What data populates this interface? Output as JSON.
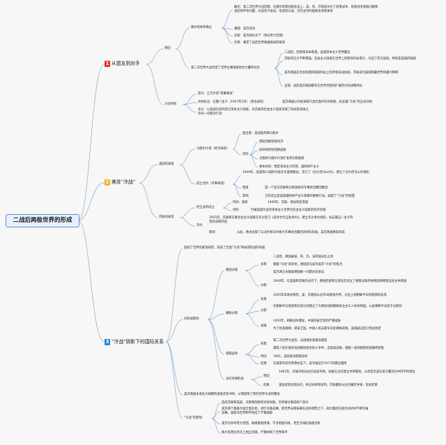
{
  "root": {
    "title": "二战后两极世界的形成"
  },
  "sections": [
    {
      "num": "1",
      "title": "从盟友到对手",
      "color": "#e0322c"
    },
    {
      "num": "2",
      "title": "美苏“冷战”",
      "color": "#f2b21a"
    },
    {
      "num": "3",
      "title": "“冷战”阴影下的国际关系",
      "color": "#1f86d6"
    }
  ],
  "nodes": {
    "s1": {
      "cause": "原因",
      "vienna": "雅尔塔体系确立",
      "concept": "概念：第二次世界大战后期，在雅尔塔等国际会议上，美、英、苏等国讨论了结束战争、处理战争遗留问题和战后和平等问题，达成若干协议，形成的以美、苏为主导的国际关系新体系",
      "basis": "基础：美苏妥协",
      "essence": "实质：美苏两分天下（划分势力范围）",
      "effect": "作用：奠定了战后世界两极格局的框架",
      "change": "第二次世界大战改变了世界主要国家政治力量的对比",
      "c1": "二战后，西欧和日本衰落，美国资本主义世界霸主",
      "c2": "苏联的实力不断增强，社会主义国家在世界上的影响日益增大，引起了西方国家，特别是美国的敌视",
      "c3": "美苏两国在社会制度和国家利益上的矛盾日益加剧，苏联成为美国称霸世界的最大障碍",
      "c4": "主观：战后美苏两国都有在世界范围内扩展势力的战略目标",
      "start": "冷战开始",
      "sign": "皆号：丘吉尔的“铁幕演说”",
      "begin": "开始标志：杜鲁门主义（1947年3月）（政治表现）",
      "begin2": "美苏两国以开始采取冷战全面作作的政策，标志着“冷战”的正式开始",
      "meaning": "含义：以美国为首的西方资本主义国家，对苏联等社会主义国家采取了除武装进攻之外的一切敌对行动"
    },
    "s2": {
      "us": "美国的表现",
      "marshall": "马歇尔计划（经济表现）",
      "m_proposer": "提出者：美国国务卿马歇尔",
      "m_purpose": "目的",
      "m_p1": "帮助西欧恢复经济",
      "m_p2": "扶持和控制西欧国家",
      "m_p3": "企图将马歇尔计划扩张到东欧国家",
      "m_p4": "根本目的：稳定资本主义阵营，遏制共产主义",
      "nato": "成立北约（军事表现）",
      "nato_text": "1949年，美国等12国的代表在华盛顿集会，签订了《北大西洋公约》，建立了北大西洋公约组织",
      "nato_nature": "性质",
      "nato_nature_text": "是一个区对苏联和东欧国家的军事政治集团集团",
      "nato_effect": "影响",
      "nato_effect_text": "它的成立是美国遏制共产主义政策的重要行动，加剧了“冷战”的程度",
      "soviet": "苏联的表现",
      "cominform": "经互会的成立",
      "cf_time": "时间、国家",
      "cf_time_text": "1949年，苏联、保加利亚等国",
      "cf_purpose": "目的",
      "cf_purpose_text": "打破美国为首的资本主义世界对社会主义国家的经济封锁",
      "warsaw": "华约",
      "warsaw_text": "1955年，苏联和东欧社会主义国家在华沙签订《友好合作互助条约》，建立华沙条约组织，标志着这一主义阵营形成和巩固",
      "warsaw_effect": "影响",
      "warsaw_effect_text": "从此，欧洲出现了以北约和华约两大军事政治集团对峙的局面，美苏两极格局形成"
    },
    "s3": {
      "intro": "加剧了世界的紧张局势，形成了全面“冷战”和局部热战的局面",
      "impact": "对各国影响",
      "germany": "德国分裂",
      "g_cause": "背景",
      "g_c1": "二战后，德国被美、英、苏、法四国分区占领",
      "g_c2": "随着“冷战”的开始，德国首先成为美苏“冷战”的焦点",
      "g_c3": "美苏两方未能就德国统一问题达成协议",
      "g_split": "分裂",
      "g_split_text": "1949年，在美国和苏联的支持下，德国西部和东部先后成立了德意志联邦共和国和德意志民主共和国",
      "korea": "朝鲜分裂",
      "k_cause": "背景",
      "k_cause_text": "1945年日本投降后，美、苏两国以北纬38度线为界，分区占领朝鲜半岛的南部和北部",
      "k_split": "分裂",
      "k_split_text": "在朝鲜半岛南部和北部分别建立了大韩民国和朝鲜民主主义人民共和国，从此朝鲜半岛处于分裂状",
      "k_dev": "发展",
      "k_dev1": "1950年，朝鲜战争爆发，中国的安全受到严重威胁",
      "k_dev2": "为了抗美援朝，保家卫国，中国人民志愿军开赴朝鲜前线，美国被迫签订停战协定",
      "vietnam": "侵越战争",
      "v_cause": "背景",
      "v_c1": "第二次世界大战后，法国殖民者重返越南",
      "v_c2": "越南人民在抵抗法国殖民统治的斗争中，当美国总统，侵越一直到越南民族最终获胜",
      "v_time": "时间",
      "v_time_text": "1961，美国发动越南战争",
      "v_result": "结果",
      "v_result_text": "在越南军民的英勇抗击下，美军被迫于1973年撤出越南",
      "cuba": "古巴导弹危机",
      "cu_cause": "原因",
      "cu_cause_text": "1962年，苏联开始向古巴运送导弹，准备在古巴建立导弹基地，以改变苏美在核力量对比中的不利地位",
      "cu_result": "结果",
      "cu_result_text": "美国武装封锁古巴，经过对峙和谈判，苏联最终从古巴撤走导弹，危机结束",
      "summary": "美苏两国未发生大规模的直接武装冲突，从而避免了新的世界大战的爆发",
      "influence": "“冷战”的影响",
      "i1": "造成苏联和美国、东欧和西欧的对抗局面，世界被分裂成两个部分",
      "i2": "美苏两个超级大国全面对抗，进行军备竞赛，使世界长期笼罩在战争阴影之下，两大集团在政治对抗中不断军备竞赛，国家对世界和平构成了严重威胁",
      "i3": "美苏为争夺势力范围，联络策划阴谋，干涉他国内政，甚至于挑起局部战争",
      "i4": "两大阵营在经济上相互封锁，严重妨碍了世界和平"
    }
  }
}
